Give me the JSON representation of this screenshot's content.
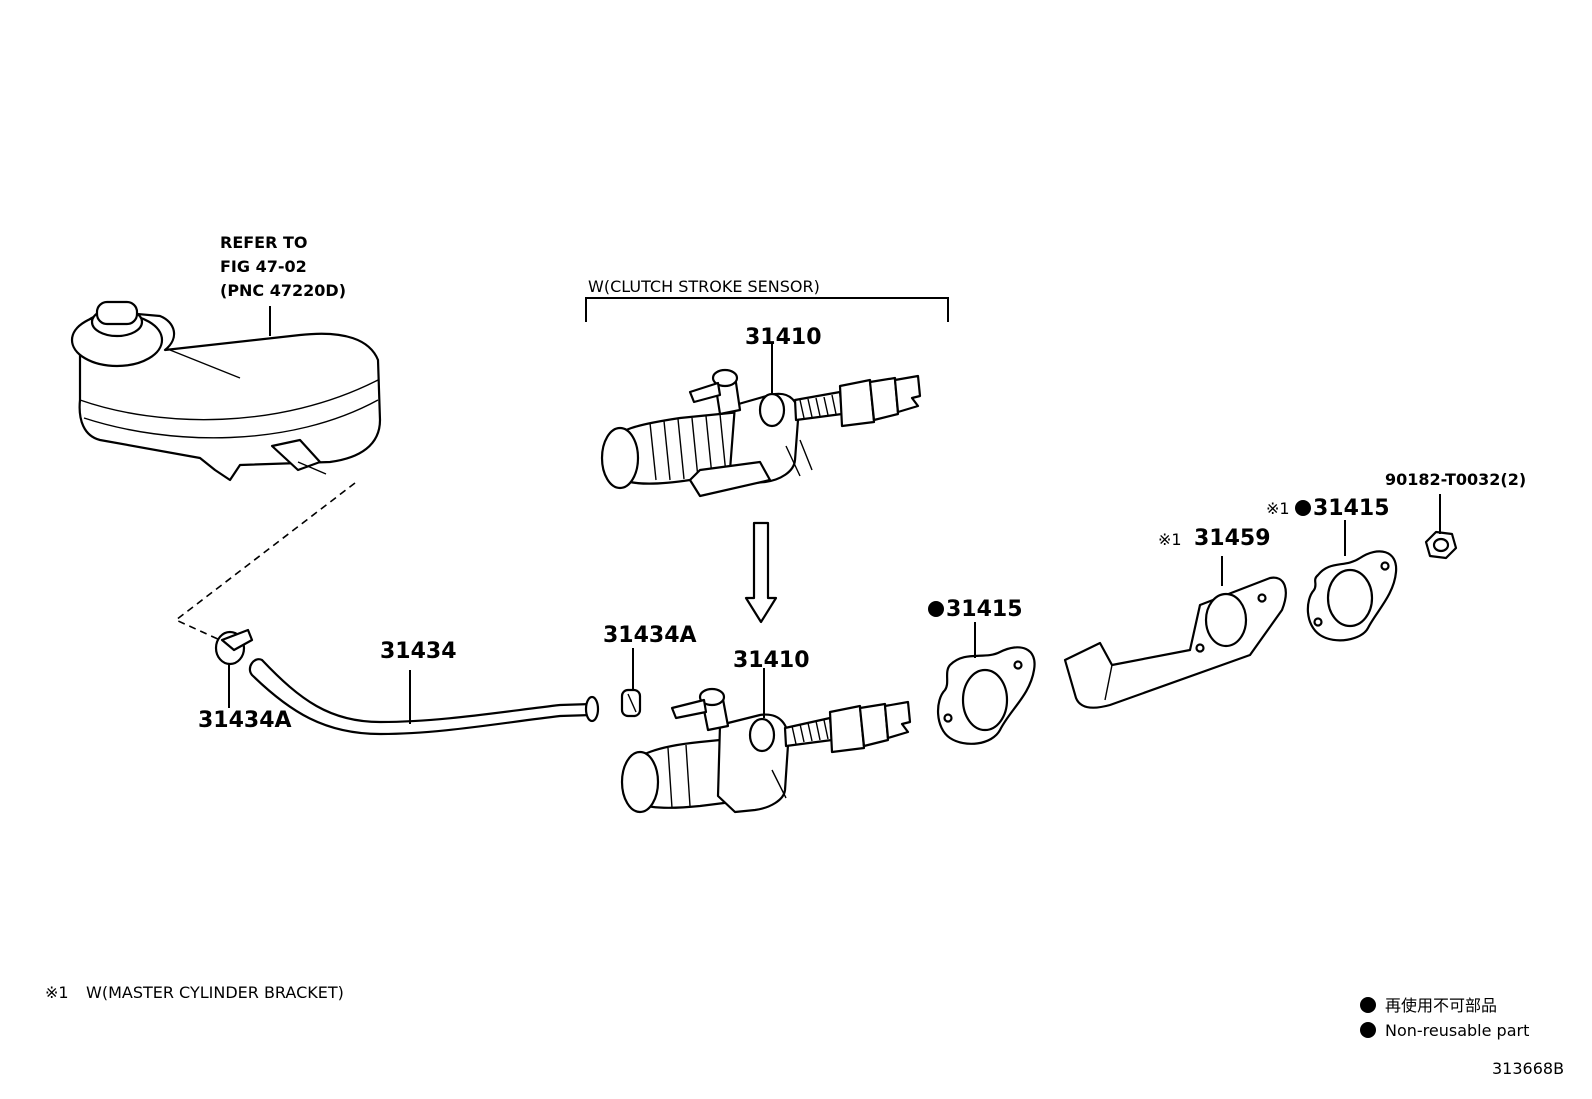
{
  "reservoir_ref": {
    "line1": "REFER TO",
    "line2": "FIG 47-02",
    "line3": "(PNC 47220D)"
  },
  "variant_label": "W(CLUTCH STROKE SENSOR)",
  "parts": {
    "master_cyl_top": "31410",
    "master_cyl_bottom": "31410",
    "hose": "31434",
    "clip_left": "31434A",
    "clip_right": "31434A",
    "gasket_front": "31415",
    "gasket_rear": "31415",
    "bracket": "31459",
    "nut": "90182-T0032(2)"
  },
  "markers": {
    "ref1": "※1",
    "bracket_ref": "※1"
  },
  "footnote": {
    "mark": "※1",
    "text": "W(MASTER CYLINDER BRACKET)"
  },
  "legend": {
    "line_jp": "再使用不可部品",
    "line_en": "Non-reusable part"
  },
  "figure_id": "313668B"
}
